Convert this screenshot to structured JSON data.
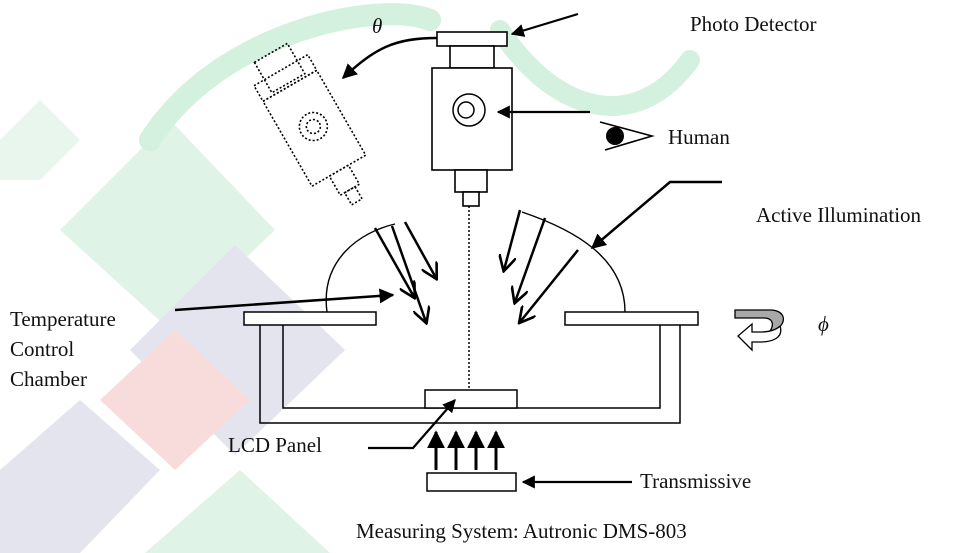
{
  "labels": {
    "photo_detector": "Photo Detector",
    "human": "Human",
    "active_illumination": "Active Illumination",
    "temperature_line1": "Temperature",
    "temperature_line2": "Control",
    "temperature_line3": "Chamber",
    "lcd_panel": "LCD Panel",
    "transmissive": "Transmissive",
    "caption": "Measuring System: Autronic DMS-803",
    "theta": "θ",
    "phi": "ϕ"
  },
  "colors": {
    "line": "#000000",
    "rotation_arrow": "#a8a8a8",
    "watermark_green": "#dff3e6",
    "watermark_lavender": "#e4e4ee",
    "watermark_pink": "#f8dcdc",
    "watermark_stroke": "#d4f0de"
  }
}
